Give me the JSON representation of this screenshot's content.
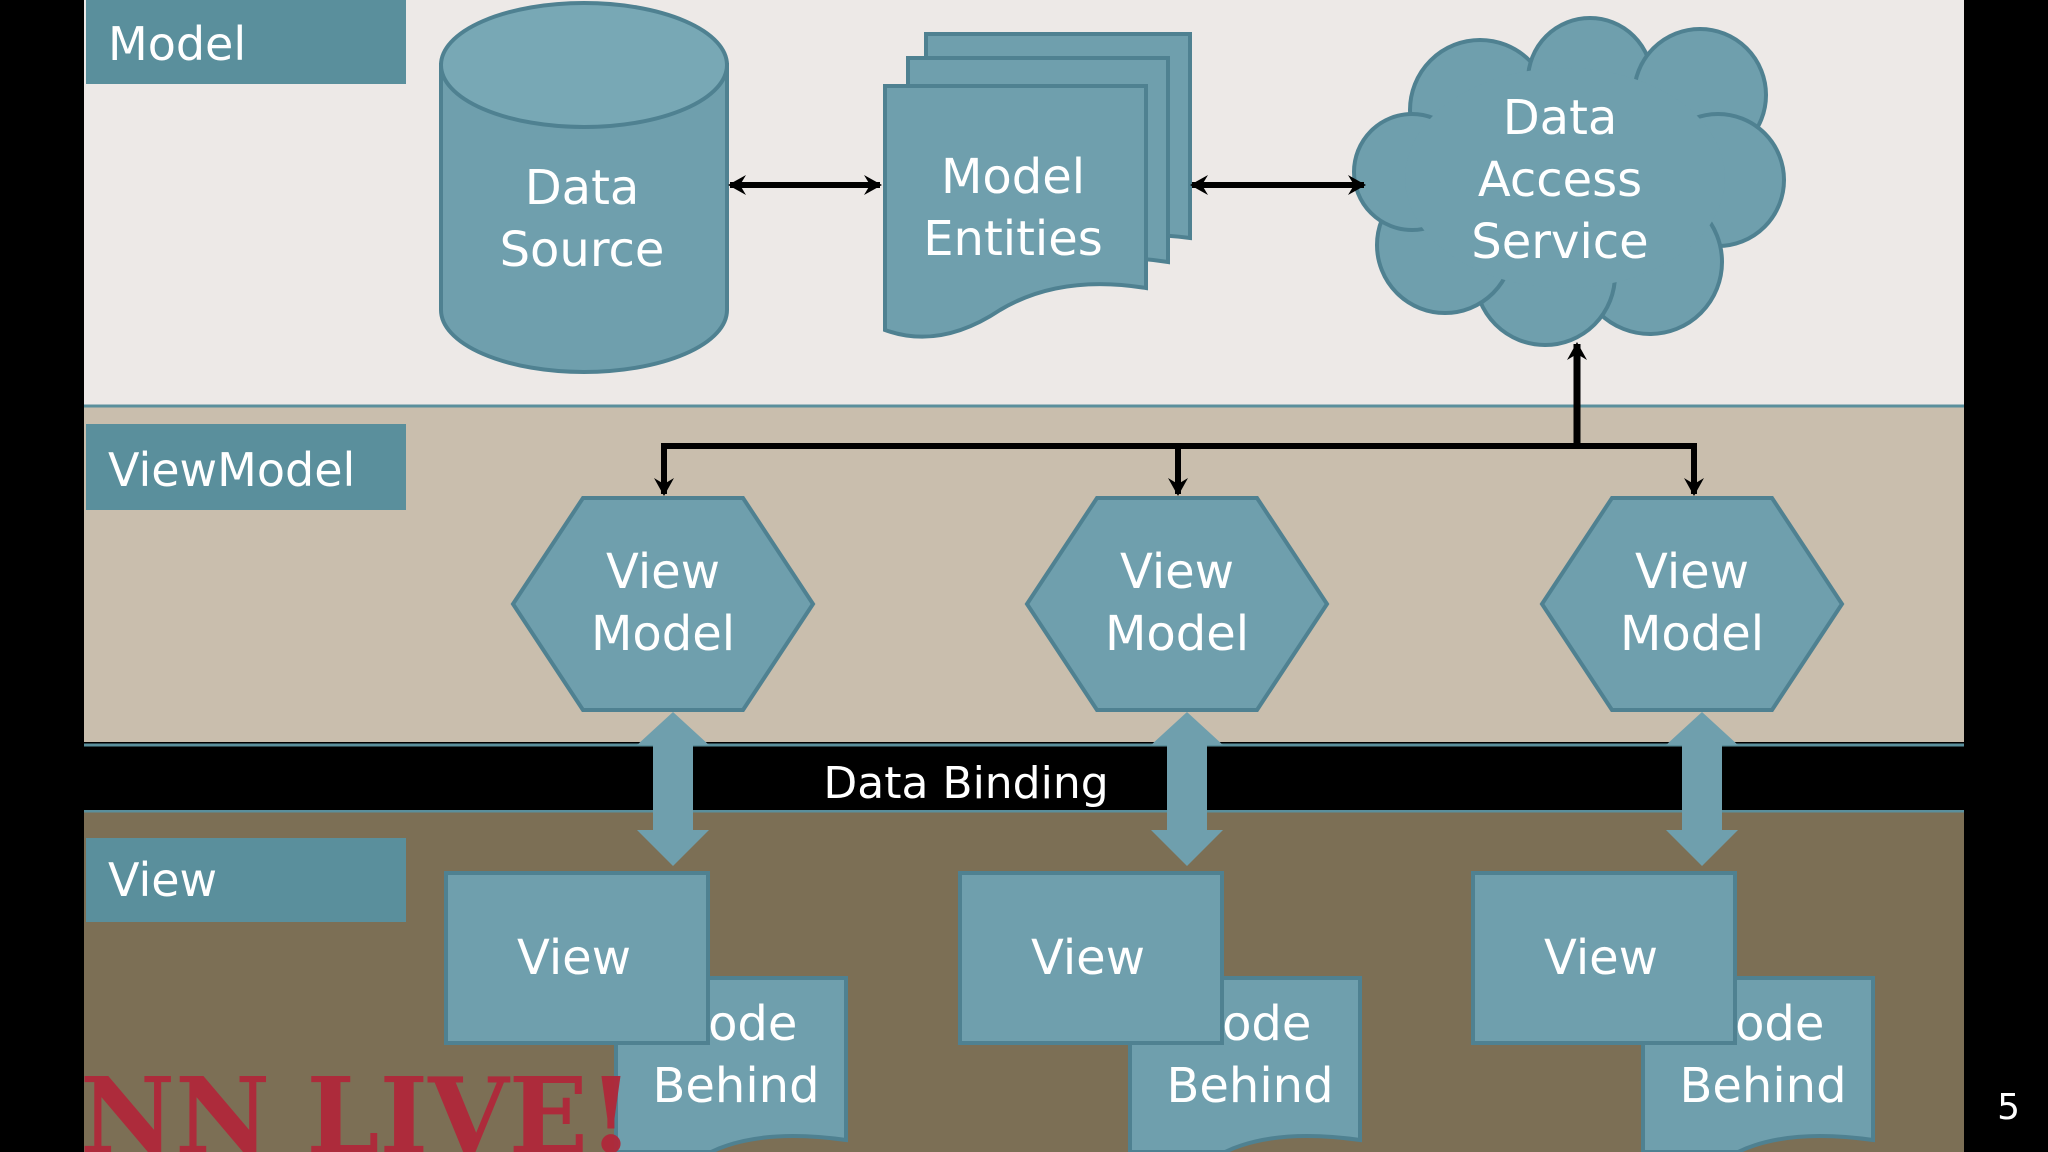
{
  "layers": {
    "model": "Model",
    "viewmodel": "ViewModel",
    "view": "View"
  },
  "model_nodes": {
    "data_source": [
      "Data",
      "Source"
    ],
    "model_entities": [
      "Model",
      "Entities"
    ],
    "data_access_service": [
      "Data",
      "Access",
      "Service"
    ]
  },
  "viewmodels": [
    {
      "line1": "View",
      "line2": "Model"
    },
    {
      "line1": "View",
      "line2": "Model"
    },
    {
      "line1": "View",
      "line2": "Model"
    }
  ],
  "binding_band": "Data Binding",
  "views": [
    {
      "view": "View",
      "code_line1": "Code",
      "code_line2": "Behind"
    },
    {
      "view": "View",
      "code_line1": "Code",
      "code_line2": "Behind"
    },
    {
      "view": "View",
      "code_line1": "Code",
      "code_line2": "Behind"
    }
  ],
  "watermark": "NN LIVE!",
  "page_number": "5",
  "colors": {
    "shape_fill": "#6f9fad",
    "shape_stroke": "#4f8191",
    "label_fill": "#5a8f9c",
    "model_bg": "#ede9e7",
    "viewmodel_bg": "#c9bead",
    "view_bg": "#7c6f55",
    "band": "#000000"
  }
}
